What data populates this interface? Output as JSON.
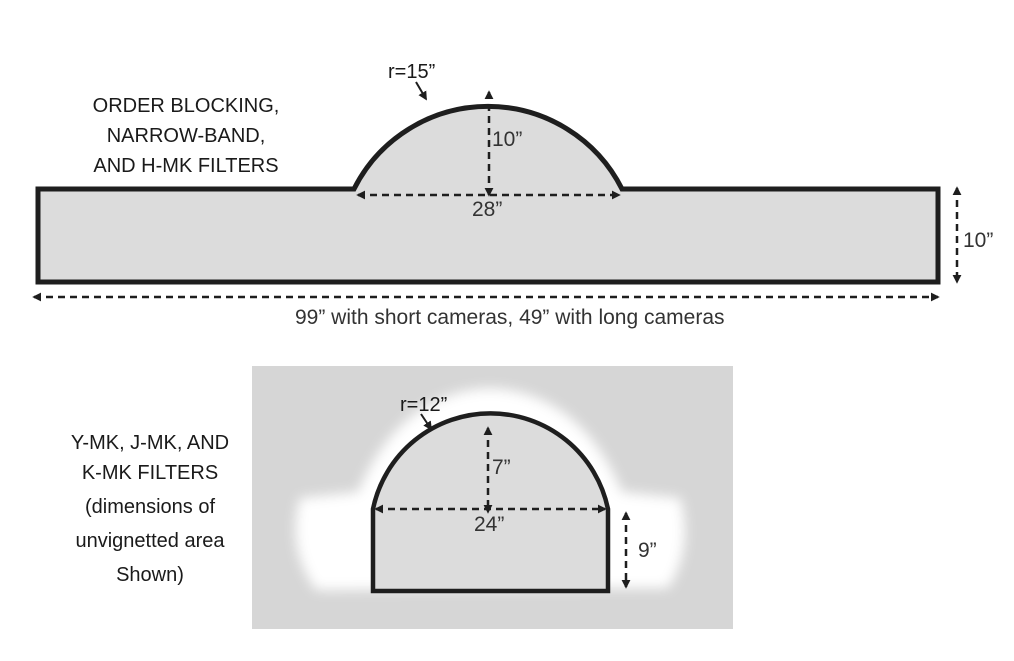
{
  "top_filter": {
    "caption": [
      "ORDER BLOCKING,",
      "NARROW-BAND,",
      "AND H-MK FILTERS"
    ],
    "radius": "r=15”",
    "dome_height": "10”",
    "dome_width": "28”",
    "body_height": "10”",
    "length": "99” with short cameras, 49” with long cameras"
  },
  "bottom_filter": {
    "caption": [
      "Y-MK, J-MK, AND",
      "K-MK FILTERS",
      "(dimensions of",
      "unvignetted area",
      "Shown)"
    ],
    "radius": "r=12”",
    "dome_height": "7”",
    "dome_width": "24”",
    "body_height": "9”"
  },
  "colors": {
    "fill": "#dcdcdc",
    "outline": "#1e1e1e",
    "panel": "#d6d6d6",
    "halo": "#ffffff"
  }
}
